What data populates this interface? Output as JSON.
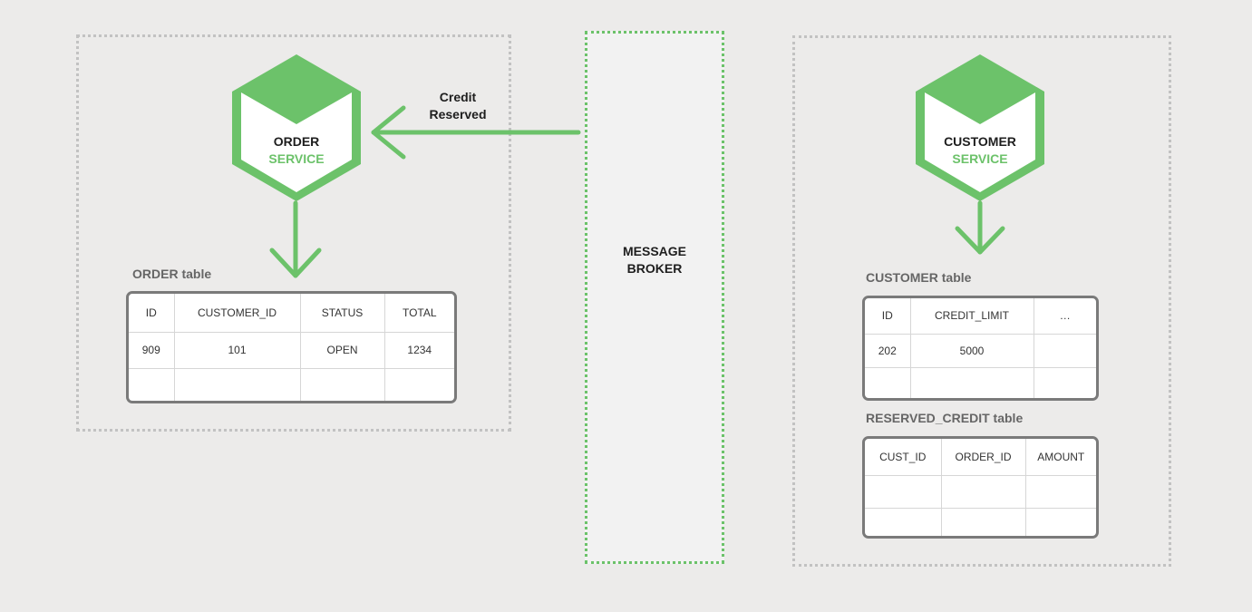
{
  "colors": {
    "accent": "#6cc26a",
    "zone_border": "#c2c2c2",
    "table_border": "#7a7a7a"
  },
  "order_service": {
    "name": "ORDER",
    "suffix": "SERVICE"
  },
  "customer_service": {
    "name": "CUSTOMER",
    "suffix": "SERVICE"
  },
  "message_broker": {
    "label_line1": "MESSAGE",
    "label_line2": "BROKER"
  },
  "message": {
    "line1": "Credit",
    "line2": "Reserved"
  },
  "order_table": {
    "title": "ORDER table",
    "columns": [
      "ID",
      "CUSTOMER_ID",
      "STATUS",
      "TOTAL"
    ],
    "rows": [
      [
        "909",
        "101",
        "OPEN",
        "1234"
      ],
      [
        "",
        "",
        "",
        ""
      ]
    ]
  },
  "customer_table": {
    "title": "CUSTOMER table",
    "columns": [
      "ID",
      "CREDIT_LIMIT",
      "…"
    ],
    "rows": [
      [
        "202",
        "5000",
        ""
      ],
      [
        "",
        "",
        ""
      ]
    ]
  },
  "reserved_credit_table": {
    "title": "RESERVED_CREDIT table",
    "columns": [
      "CUST_ID",
      "ORDER_ID",
      "AMOUNT"
    ],
    "rows": [
      [
        "",
        "",
        ""
      ],
      [
        "",
        "",
        ""
      ]
    ]
  }
}
